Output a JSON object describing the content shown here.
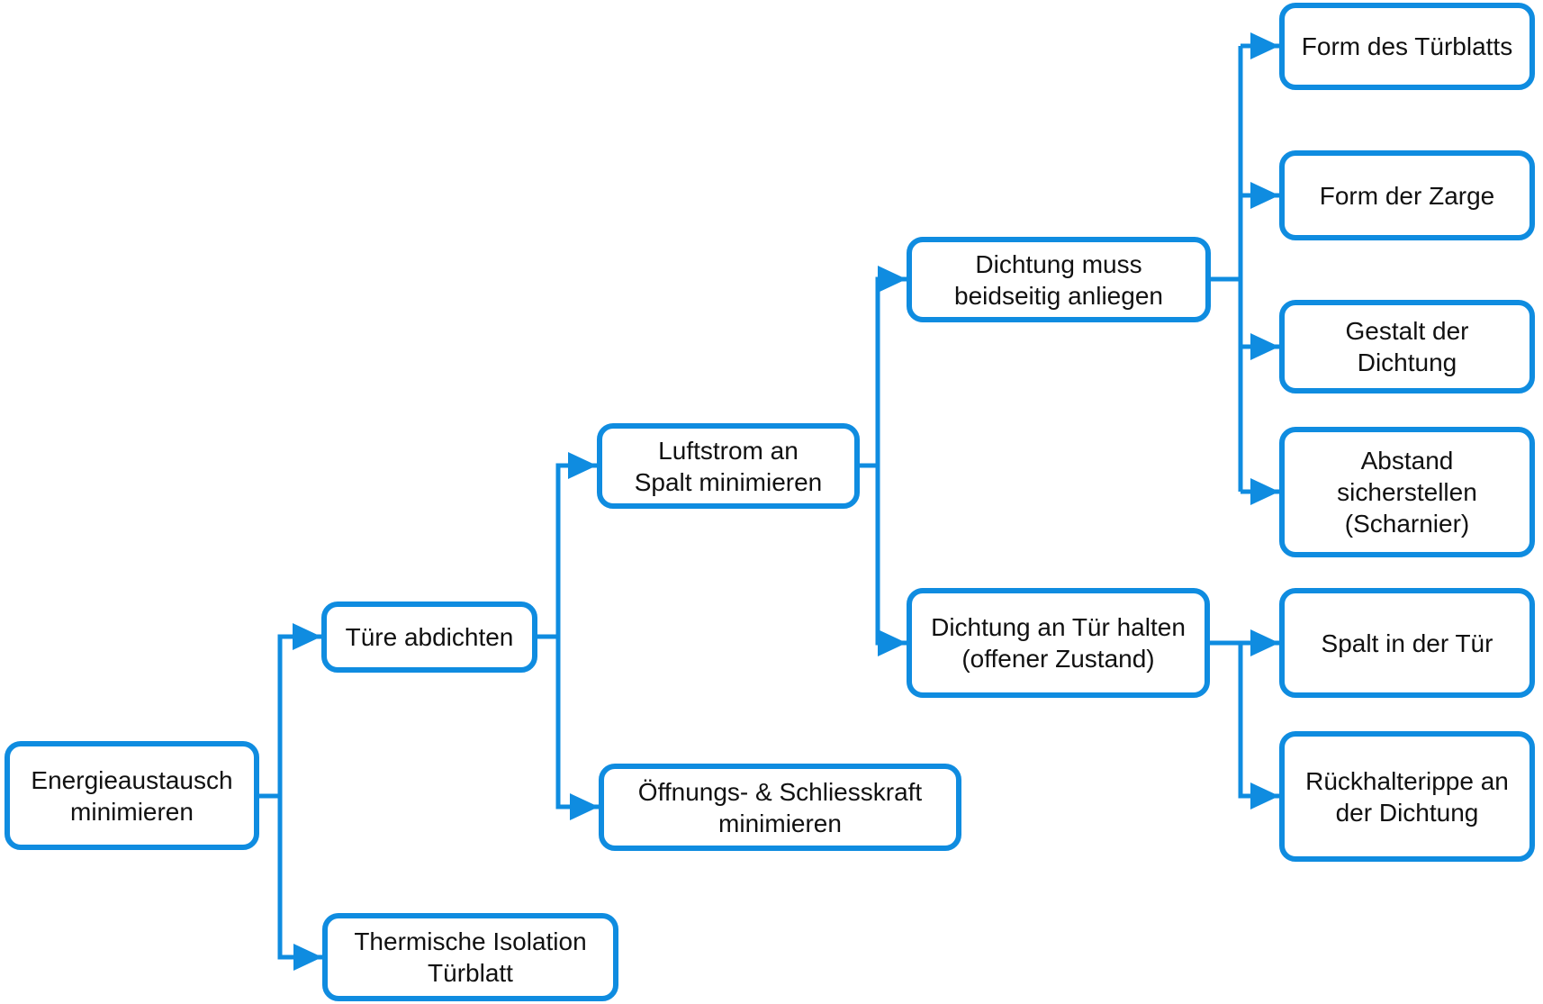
{
  "diagram": {
    "type": "tree-flowchart",
    "orientation": "left-to-right",
    "background_color": "#ffffff",
    "accent_color": "#0f8ce0",
    "text_color": "#111111",
    "nodes": {
      "energieaustausch-minimieren": {
        "label": "Energieaustausch\nminimieren"
      },
      "tuere-abdichten": {
        "label": "Türe abdichten"
      },
      "thermische-isolation-tuerblatt": {
        "label": "Thermische Isolation\nTürblatt"
      },
      "luftstrom-an-spalt-minimieren": {
        "label": "Luftstrom an\nSpalt minimieren"
      },
      "oeffnungs-schliesskraft-minimieren": {
        "label": "Öffnungs- & Schliesskraft\nminimieren"
      },
      "dichtung-muss-beidseitig-anliegen": {
        "label": "Dichtung muss\nbeidseitig anliegen"
      },
      "dichtung-an-tuer-halten": {
        "label": "Dichtung an Tür halten\n(offener Zustand)"
      },
      "form-des-tuerblatts": {
        "label": "Form des Türblatts"
      },
      "form-der-zarge": {
        "label": "Form der Zarge"
      },
      "gestalt-der-dichtung": {
        "label": "Gestalt der\nDichtung"
      },
      "abstand-sicherstellen-scharnier": {
        "label": "Abstand\nsicherstellen\n(Scharnier)"
      },
      "spalt-in-der-tuer": {
        "label": "Spalt in der Tür"
      },
      "rueckhalterippe-an-der-dichtung": {
        "label": "Rückhalterippe an\nder Dichtung"
      }
    },
    "edges": [
      {
        "from": "energieaustausch-minimieren",
        "to": "tuere-abdichten"
      },
      {
        "from": "energieaustausch-minimieren",
        "to": "thermische-isolation-tuerblatt"
      },
      {
        "from": "tuere-abdichten",
        "to": "luftstrom-an-spalt-minimieren"
      },
      {
        "from": "tuere-abdichten",
        "to": "oeffnungs-schliesskraft-minimieren"
      },
      {
        "from": "luftstrom-an-spalt-minimieren",
        "to": "dichtung-muss-beidseitig-anliegen"
      },
      {
        "from": "luftstrom-an-spalt-minimieren",
        "to": "dichtung-an-tuer-halten"
      },
      {
        "from": "dichtung-muss-beidseitig-anliegen",
        "to": "form-des-tuerblatts"
      },
      {
        "from": "dichtung-muss-beidseitig-anliegen",
        "to": "form-der-zarge"
      },
      {
        "from": "dichtung-muss-beidseitig-anliegen",
        "to": "gestalt-der-dichtung"
      },
      {
        "from": "dichtung-muss-beidseitig-anliegen",
        "to": "abstand-sicherstellen-scharnier"
      },
      {
        "from": "dichtung-an-tuer-halten",
        "to": "spalt-in-der-tuer"
      },
      {
        "from": "dichtung-an-tuer-halten",
        "to": "rueckhalterippe-an-der-dichtung"
      }
    ]
  }
}
